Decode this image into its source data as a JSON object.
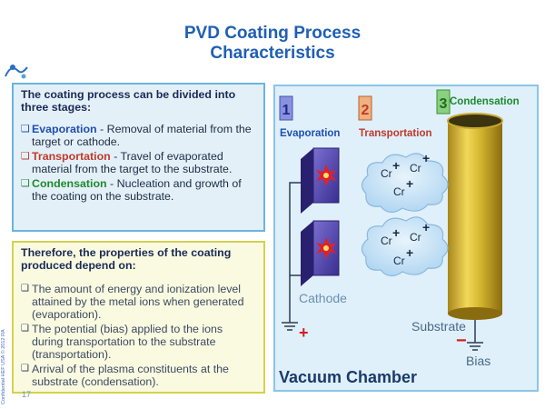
{
  "title_line1": "PVD Coating Process",
  "title_line2": "Characteristics",
  "stages_box": {
    "heading": "The coating process can be divided into three stages:",
    "items": [
      {
        "name": "Evaporation",
        "text": " - Removal of material from the target or cathode.",
        "color": "#1f4fb0"
      },
      {
        "name": "Transportation",
        "text": " - Travel of evaporated material from the target to the substrate.",
        "color": "#c0392b"
      },
      {
        "name": "Condensation",
        "text": " - Nucleation and growth of the coating on the substrate.",
        "color": "#1e8a2e"
      }
    ]
  },
  "properties_box": {
    "heading": "Therefore, the properties of the coating produced depend on:",
    "items": [
      "The amount of energy and ionization level attained by the metal ions when generated (evaporation).",
      "The potential (bias) applied to the ions during transportation to the substrate (transportation).",
      "Arrival of the plasma constituents at the substrate (condensation)."
    ]
  },
  "copyright": "Confidential HEF USA © 2012 RA",
  "page_number": "17",
  "diagram": {
    "stage_labels": [
      {
        "num": "1",
        "label": "Evaporation",
        "color": "#1f4fb0"
      },
      {
        "num": "2",
        "label": "Transportation",
        "color": "#c0392b"
      },
      {
        "num": "3",
        "label": "Condensation",
        "color": "#1e8a2e"
      }
    ],
    "ion_symbol": "Cr",
    "ion_charge": "+",
    "cathode_label": "Cathode",
    "substrate_label": "Substrate",
    "bias_label": "Bias",
    "chamber_label": "Vacuum Chamber",
    "plus_sign": "+",
    "minus_sign": "−",
    "colors": {
      "chamber_bg": "#dff0fb",
      "chamber_border": "#8bc4e8",
      "cylinder": "#d4b52e",
      "cloud": "#bcdcf4"
    }
  }
}
